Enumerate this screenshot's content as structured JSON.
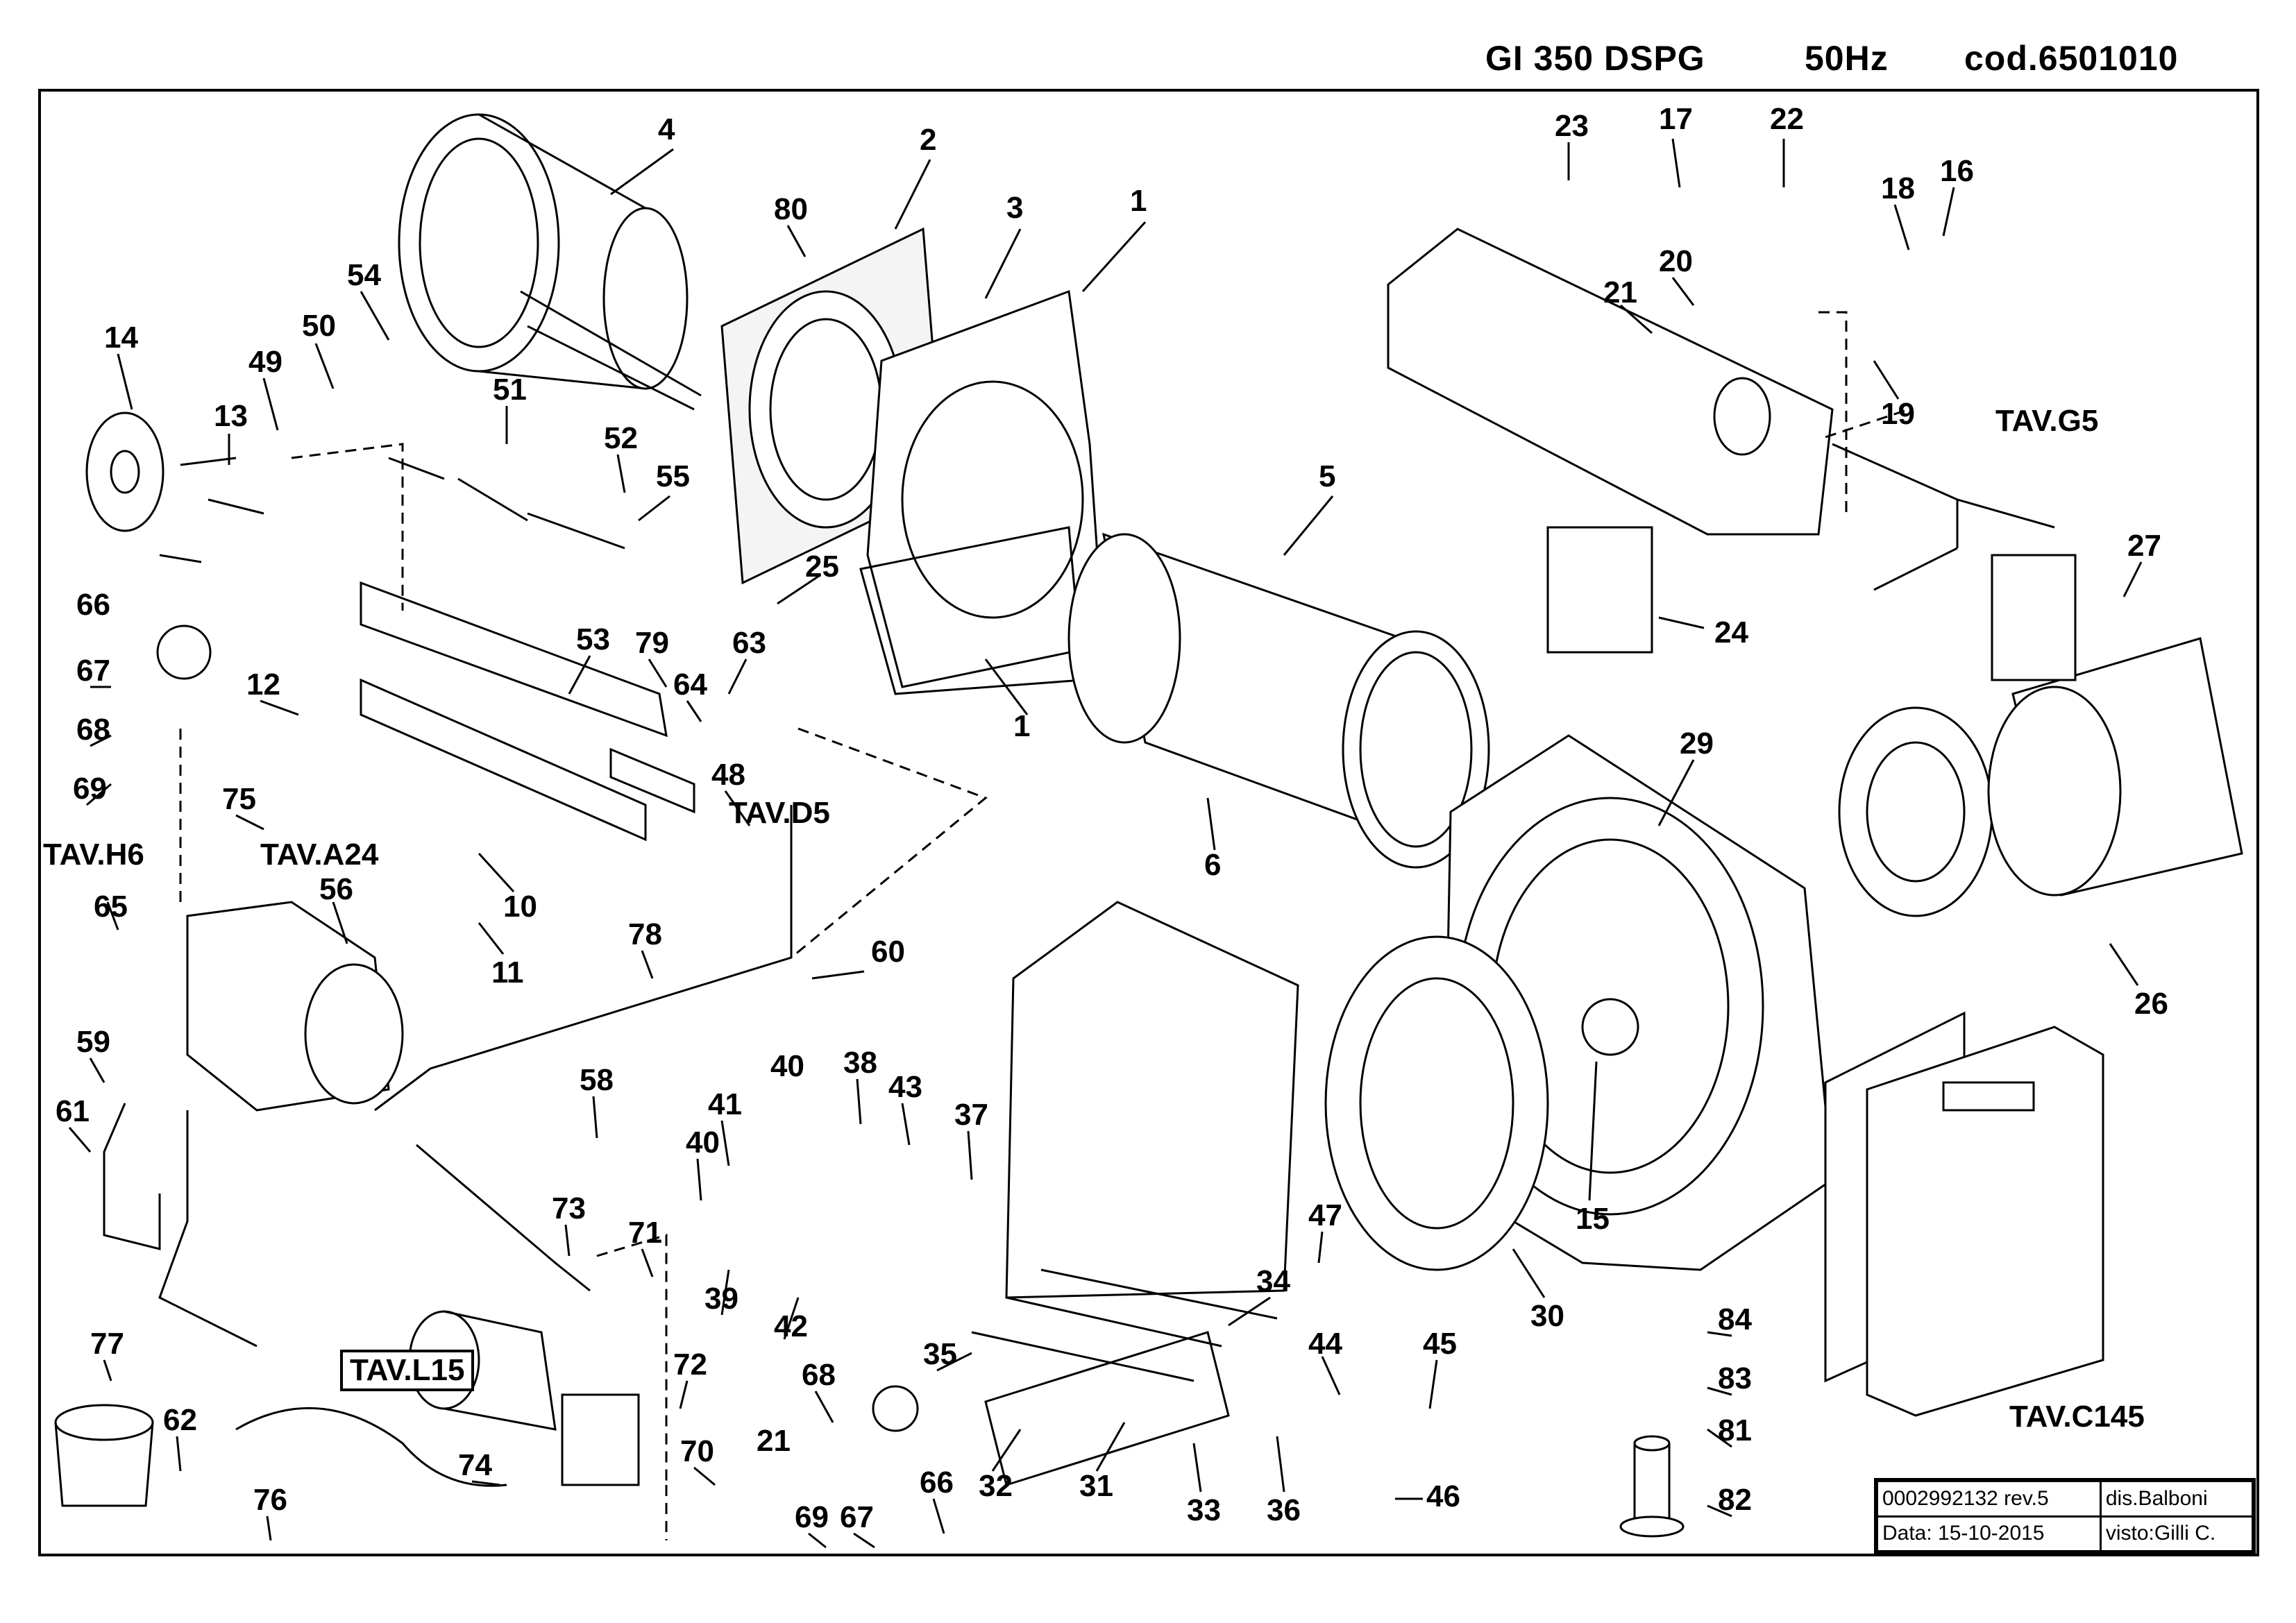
{
  "header": {
    "model": "GI 350 DSPG",
    "frequency": "50Hz",
    "code": "cod.6501010"
  },
  "part_labels": [
    "1",
    "1",
    "2",
    "3",
    "4",
    "5",
    "6",
    "10",
    "11",
    "12",
    "13",
    "14",
    "15",
    "16",
    "17",
    "18",
    "19",
    "20",
    "21",
    "21",
    "22",
    "23",
    "24",
    "25",
    "26",
    "27",
    "29",
    "30",
    "31",
    "32",
    "33",
    "34",
    "35",
    "36",
    "37",
    "38",
    "39",
    "40",
    "40",
    "41",
    "42",
    "43",
    "44",
    "45",
    "46",
    "47",
    "48",
    "49",
    "50",
    "51",
    "52",
    "53",
    "54",
    "55",
    "56",
    "58",
    "59",
    "60",
    "61",
    "62",
    "63",
    "64",
    "65",
    "66",
    "66",
    "67",
    "67",
    "68",
    "68",
    "69",
    "69",
    "70",
    "71",
    "72",
    "73",
    "74",
    "75",
    "76",
    "77",
    "78",
    "79",
    "80",
    "81",
    "82",
    "83",
    "84"
  ],
  "table_refs": {
    "g5": "TAV.G5",
    "d5": "TAV.D5",
    "h6": "TAV.H6",
    "a24": "TAV.A24",
    "l15": "TAV.L15",
    "c145": "TAV.C145"
  },
  "title_block": {
    "drawing_number": "0002992132 rev.5",
    "designer": "dis.Balboni",
    "date": "Data:  15-10-2015",
    "approved": "visto:Gilli C."
  }
}
